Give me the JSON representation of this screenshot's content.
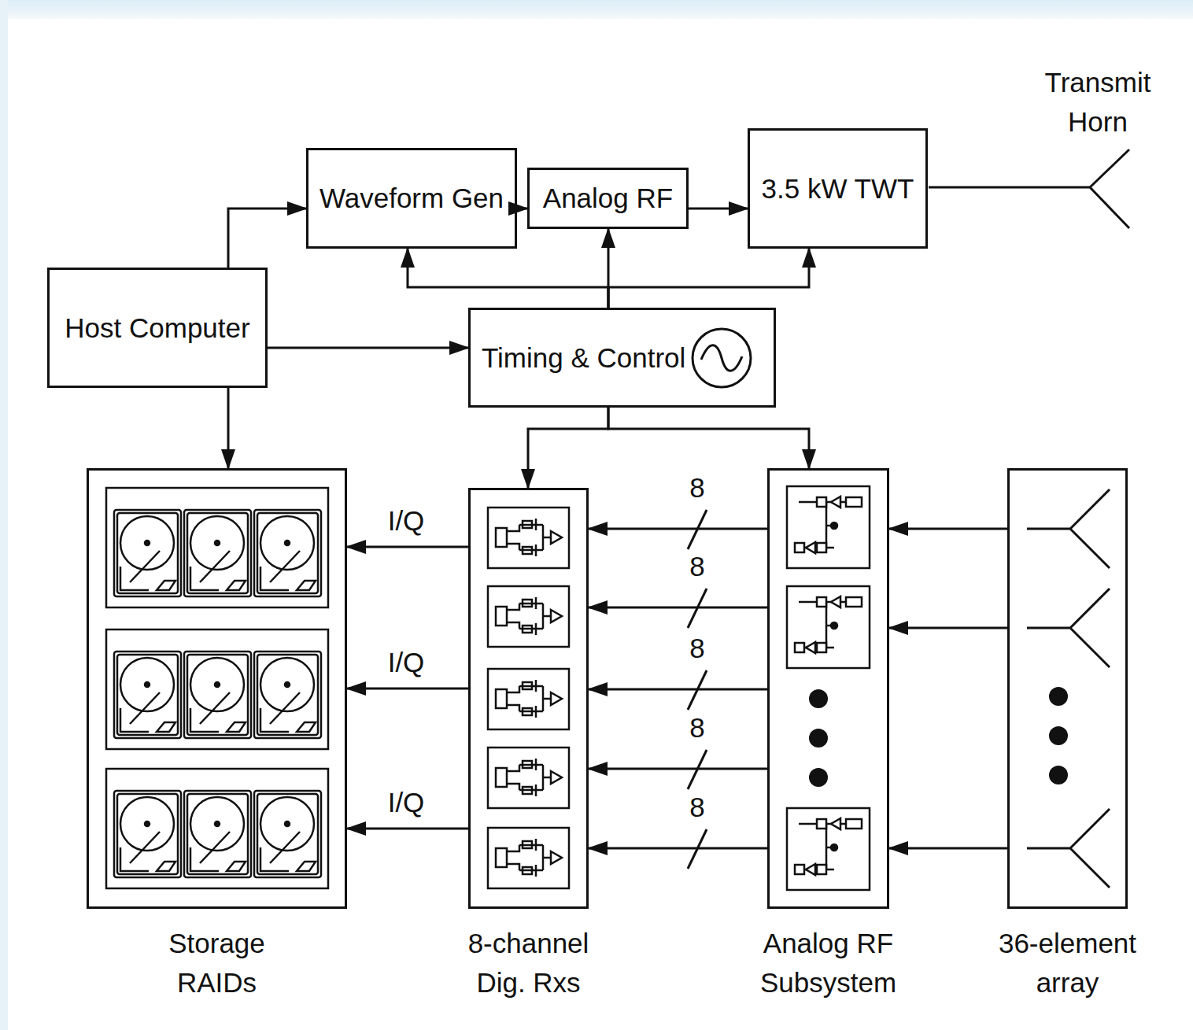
{
  "diagram": {
    "nodes": [
      {
        "text": [
          "Host Computer"
        ]
      },
      {
        "text": [
          "Waveform Gen"
        ]
      },
      {
        "text": [
          "Analog RF"
        ]
      },
      {
        "text": [
          "3.5 kW TWT"
        ]
      },
      {
        "text": [
          "Timing & Control"
        ]
      },
      {
        "text": [
          "Storage RAIDs"
        ]
      },
      {
        "text": [
          "8-channel Dig. Rxs"
        ]
      },
      {
        "text": [
          "Analog RF Subsystem"
        ]
      },
      {
        "text": [
          "36-element array"
        ]
      }
    ],
    "edges": [
      {
        "from": 0,
        "to": 1,
        "arrow": "to"
      },
      {
        "from": 0,
        "to": 4,
        "arrow": "to"
      },
      {
        "from": 0,
        "to": 5,
        "arrow": "to"
      },
      {
        "from": 1,
        "to": 2,
        "arrow": "to"
      },
      {
        "from": 2,
        "to": 3,
        "arrow": "to"
      },
      {
        "from": 4,
        "to": 1,
        "arrow": "to"
      },
      {
        "from": 4,
        "to": 2,
        "arrow": "to"
      },
      {
        "from": 4,
        "to": 3,
        "arrow": "to"
      },
      {
        "from": 4,
        "to": 6,
        "arrow": "to"
      },
      {
        "from": 4,
        "to": 7,
        "arrow": "to"
      },
      {
        "from": 7,
        "to": 6,
        "label": "8",
        "arrow": "to"
      },
      {
        "from": 7,
        "to": 6,
        "label": "8",
        "arrow": "to"
      },
      {
        "from": 7,
        "to": 6,
        "label": "8",
        "arrow": "to"
      },
      {
        "from": 7,
        "to": 6,
        "label": "8",
        "arrow": "to"
      },
      {
        "from": 7,
        "to": 6,
        "label": "8",
        "arrow": "to"
      },
      {
        "from": 8,
        "to": 7,
        "arrow": "to"
      },
      {
        "from": 8,
        "to": 7,
        "arrow": "to"
      },
      {
        "from": 8,
        "to": 7,
        "arrow": "to"
      },
      {
        "from": 6,
        "to": 5,
        "label": "I/Q",
        "arrow": "to"
      },
      {
        "from": 6,
        "to": 5,
        "label": "I/Q",
        "arrow": "to"
      },
      {
        "from": 6,
        "to": 5,
        "label": "I/Q",
        "arrow": "to"
      }
    ],
    "labels": [
      "Transmit Horn"
    ]
  }
}
